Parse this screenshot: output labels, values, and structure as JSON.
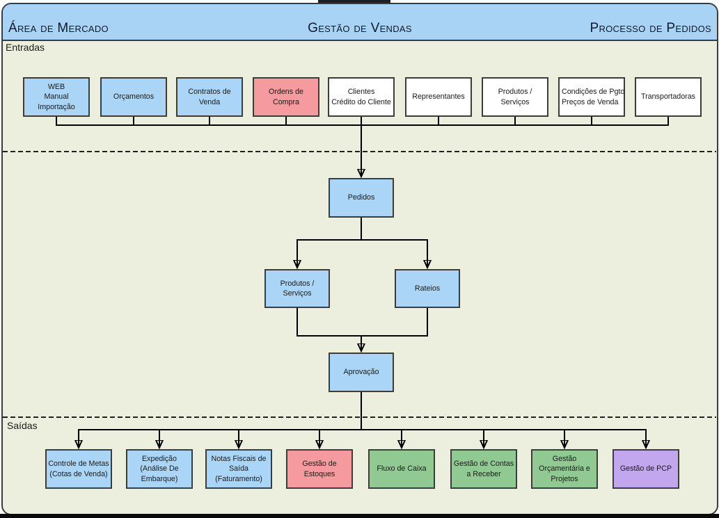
{
  "header": {
    "left": "Área de Mercado",
    "center": "Gestão de Vendas",
    "right": "Processo de Pedidos"
  },
  "sections": {
    "inputs_label": "Entradas",
    "outputs_label": "Saídas"
  },
  "colors": {
    "background": "#EDEFDE",
    "header": "#A9D3F5",
    "blue": "#ABD5F6",
    "red": "#F59A9E",
    "green": "#90C992",
    "purple": "#C2A6EE",
    "white": "#FFFFFF",
    "line": "#000000",
    "border": "#3C3C3C"
  },
  "inputs": [
    {
      "label": "WEB\nManual\nImportação",
      "color": "blue"
    },
    {
      "label": "Orçamentos",
      "color": "blue"
    },
    {
      "label": "Contratos de\nVenda",
      "color": "blue"
    },
    {
      "label": "Ordens de\nCompra",
      "color": "red"
    },
    {
      "label": "Clientes\nCrédito do Cliente",
      "color": "white"
    },
    {
      "label": "Representantes",
      "color": "white"
    },
    {
      "label": "Produtos /\nServiços",
      "color": "white"
    },
    {
      "label": "Condições de Pgto\nPreços de Venda",
      "color": "white"
    },
    {
      "label": "Transportadoras",
      "color": "white"
    }
  ],
  "process": [
    {
      "label": "Pedidos",
      "color": "blue"
    },
    {
      "label": "Produtos /\nServiços",
      "color": "blue"
    },
    {
      "label": "Rateios",
      "color": "blue"
    },
    {
      "label": "Aprovação",
      "color": "blue"
    }
  ],
  "outputs": [
    {
      "label": "Controle de Metas\n(Cotas de Venda)",
      "color": "blue"
    },
    {
      "label": "Expedição\n(Análise De\nEmbarque)",
      "color": "blue"
    },
    {
      "label": "Notas Fiscais de\nSaída\n(Faturamento)",
      "color": "blue"
    },
    {
      "label": "Gestão de\nEstoques",
      "color": "red"
    },
    {
      "label": "Fluxo de Caixa",
      "color": "green"
    },
    {
      "label": "Gestão de Contas\na Receber",
      "color": "green"
    },
    {
      "label": "Gestão\nOrçamentária e\nProjetos",
      "color": "green"
    },
    {
      "label": "Gestão de PCP",
      "color": "purple"
    }
  ]
}
